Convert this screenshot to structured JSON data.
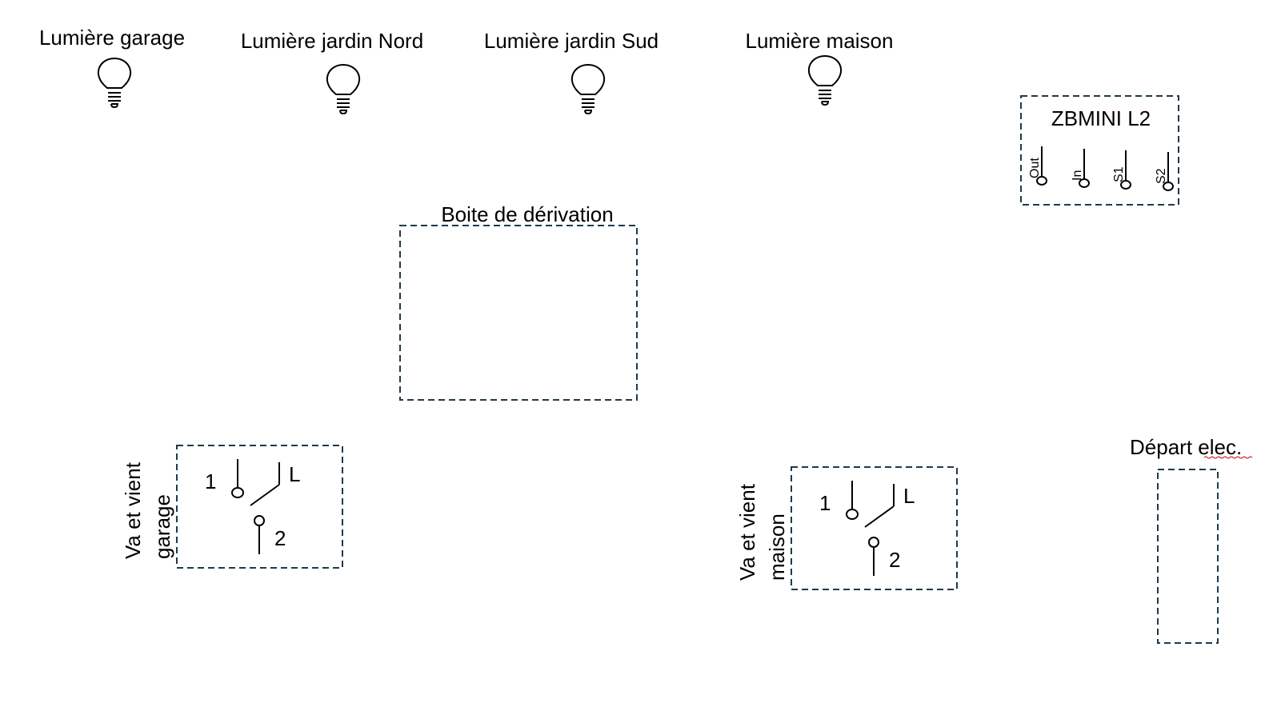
{
  "lights": [
    {
      "label": "Lumière garage"
    },
    {
      "label": "Lumière jardin Nord"
    },
    {
      "label": "Lumière jardin Sud"
    },
    {
      "label": "Lumière maison"
    }
  ],
  "junction_box": {
    "label": "Boite de dérivation"
  },
  "zbmini": {
    "title": "ZBMINI L2",
    "pins": [
      "Out",
      "In",
      "S1",
      "S2"
    ]
  },
  "switches": [
    {
      "line1": "Va et vient",
      "line2": "garage",
      "terminal_1": "1",
      "terminal_2": "2",
      "terminal_l": "L"
    },
    {
      "line1": "Va et vient",
      "line2": "maison",
      "terminal_1": "1",
      "terminal_2": "2",
      "terminal_l": "L"
    }
  ],
  "power_source": {
    "label": "Départ elec."
  },
  "colors": {
    "dashed_border": "#1e3a4a",
    "spellcheck": "#d00000"
  }
}
